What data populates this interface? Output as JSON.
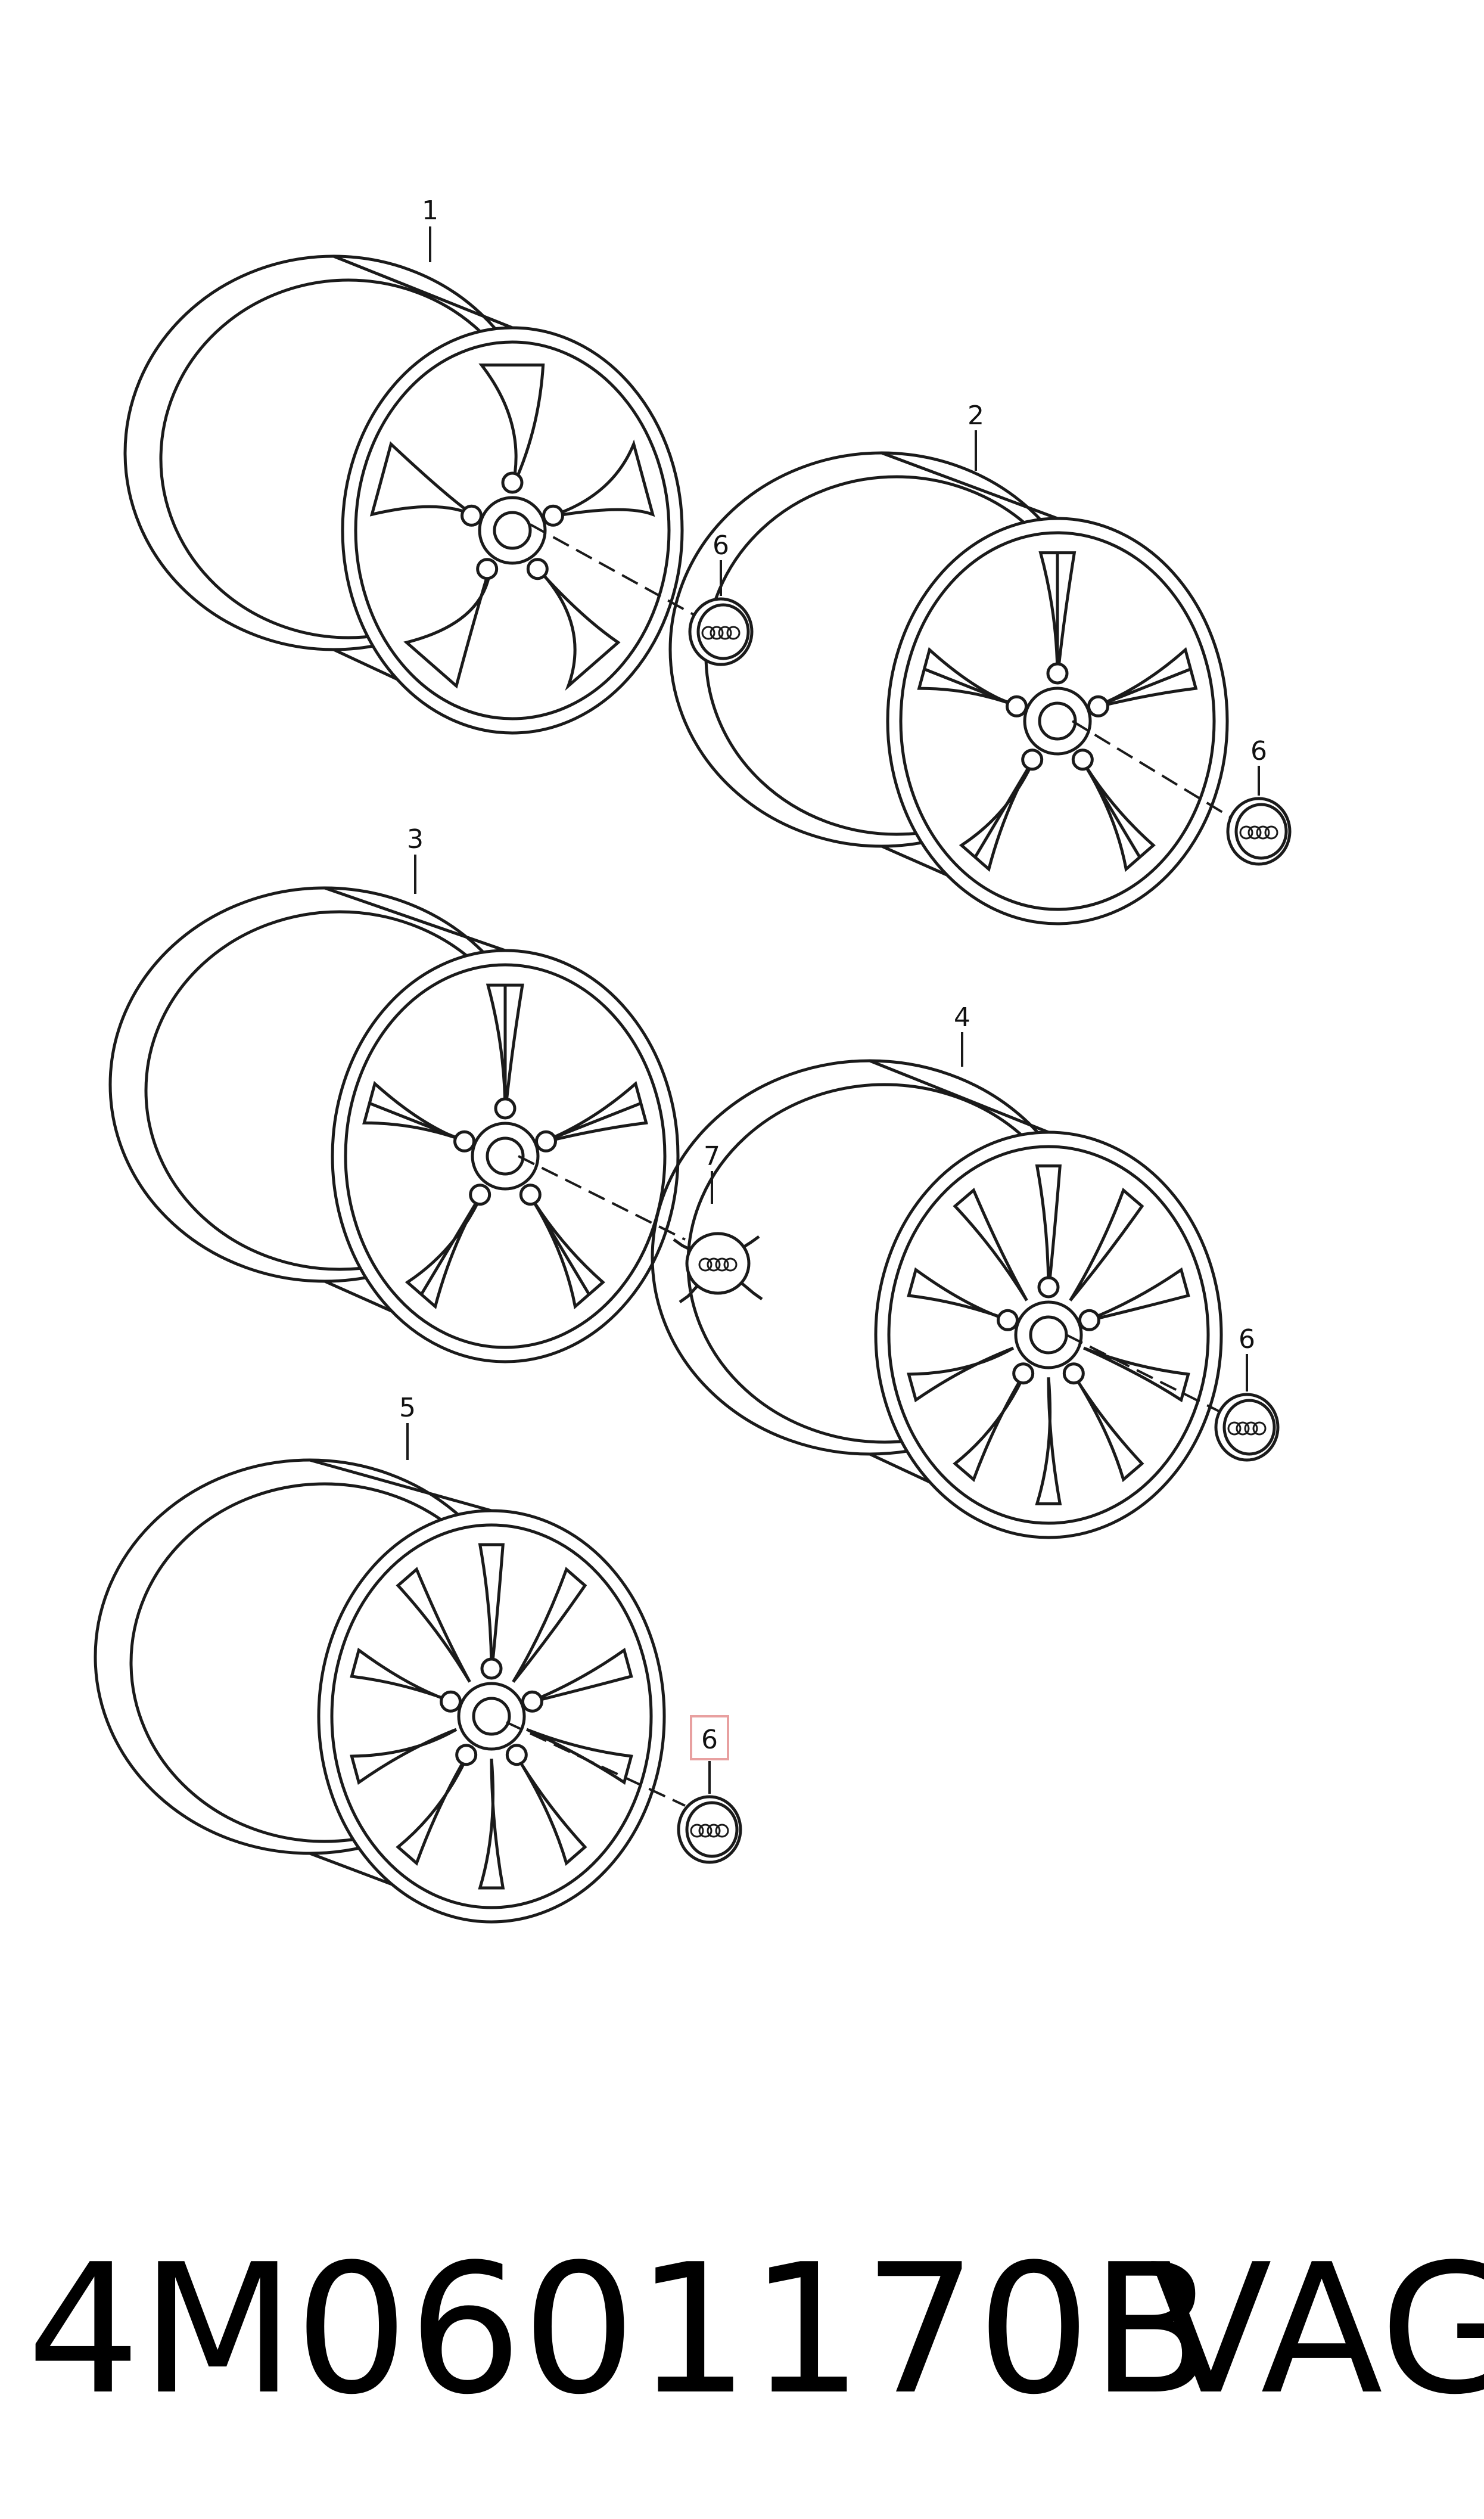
{
  "callouts": {
    "c1": "1",
    "c2": "2",
    "c3": "3",
    "c4": "4",
    "c5": "5",
    "c6a": "6",
    "c6b": "6",
    "c6c": "6",
    "c6d": "6",
    "c7": "7"
  },
  "highlighted_callout": "c6d",
  "footer": {
    "part_number": "4M0601170B",
    "brand": "VAG"
  },
  "colors": {
    "line": "#1a1a1a",
    "highlight_box": "#e8a0a0"
  },
  "icons": {
    "wheel": "alloy-wheel-icon",
    "cap": "hub-cap-icon",
    "cap_clip": "center-cap-with-clips-icon"
  }
}
